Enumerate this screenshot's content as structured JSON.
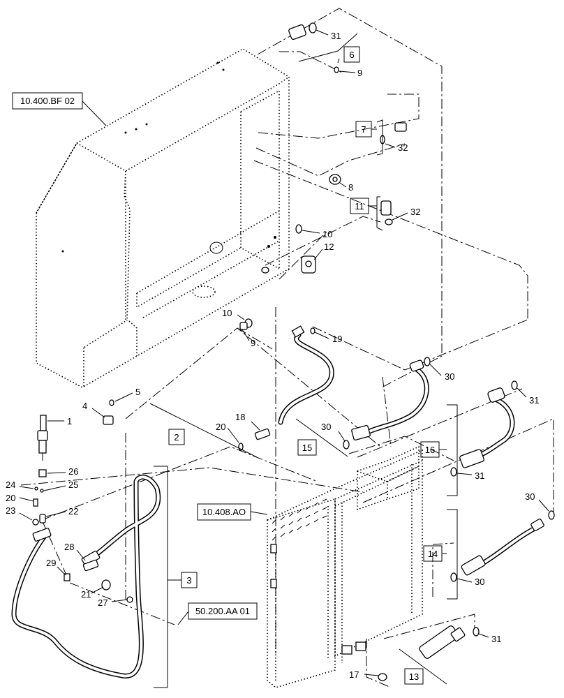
{
  "references": {
    "top_left": "10.400.BF 02",
    "middle": "10.408.AO",
    "bottom": "50.200.AA 01"
  },
  "boxed_labels": [
    "2",
    "3",
    "6",
    "7",
    "11",
    "13",
    "14",
    "15",
    "16"
  ],
  "callouts": [
    "1",
    "4",
    "5",
    "8",
    "9",
    "9",
    "10",
    "10",
    "12",
    "17",
    "18",
    "19",
    "20",
    "20",
    "21",
    "22",
    "23",
    "24",
    "25",
    "26",
    "27",
    "28",
    "29",
    "30",
    "30",
    "30",
    "30",
    "31",
    "31",
    "31",
    "31",
    "32",
    "32"
  ]
}
